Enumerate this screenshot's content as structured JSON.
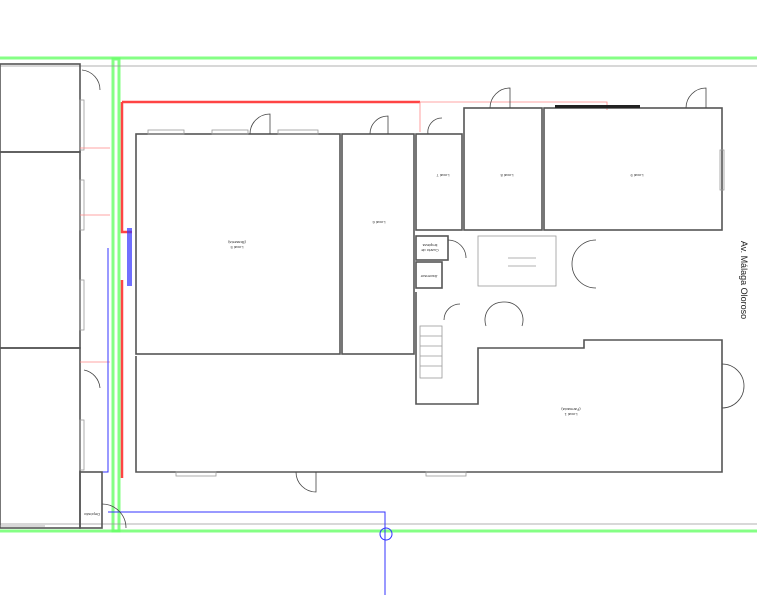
{
  "street_label": "Av. Málaga Oloroso",
  "rooms": {
    "local5": {
      "name": "Local 5",
      "note": "(Brasería)"
    },
    "local6": {
      "name": "Local 6"
    },
    "local7": {
      "name": "Local 7"
    },
    "local8": {
      "name": "Local 8"
    },
    "local9": {
      "name": "Local 9"
    },
    "cuarto": {
      "name": "Cuarto de",
      "note": "limpieza"
    },
    "ascensor": {
      "name": "Ascensor"
    },
    "local1": {
      "name": "Local 1",
      "note": "(Farmacia)"
    },
    "deposito": {
      "name": "Depósito"
    }
  },
  "colors": {
    "green_line": "#66ff66",
    "red_line": "#ff4444",
    "blue_line": "#3333ff",
    "walls": "#555555"
  }
}
